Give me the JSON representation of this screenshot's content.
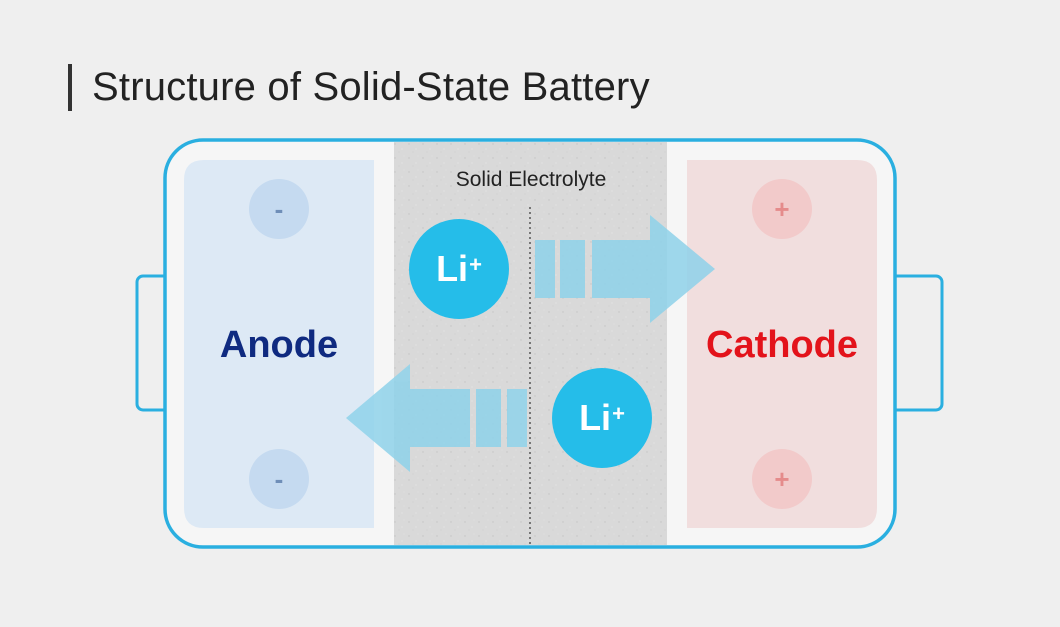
{
  "title": "Structure of Solid-State Battery",
  "electrolyte": {
    "label": "Solid Electrolyte"
  },
  "anode": {
    "label": "Anode",
    "sign_top": "-",
    "sign_bottom": "-",
    "color": "#0f2a80",
    "fill": "#dde9f5"
  },
  "cathode": {
    "label": "Cathode",
    "sign_top": "+",
    "sign_bottom": "+",
    "color": "#e3131b",
    "fill": "#f1dede"
  },
  "ions": [
    {
      "text": "Li",
      "charge": "+",
      "direction": "to-cathode"
    },
    {
      "text": "Li",
      "charge": "+",
      "direction": "to-anode"
    }
  ],
  "colors": {
    "casing": "#2aafe0",
    "ion": "#25bde9",
    "arrow": "#8fd2ea",
    "electrolyte": "#d7d7d7"
  }
}
